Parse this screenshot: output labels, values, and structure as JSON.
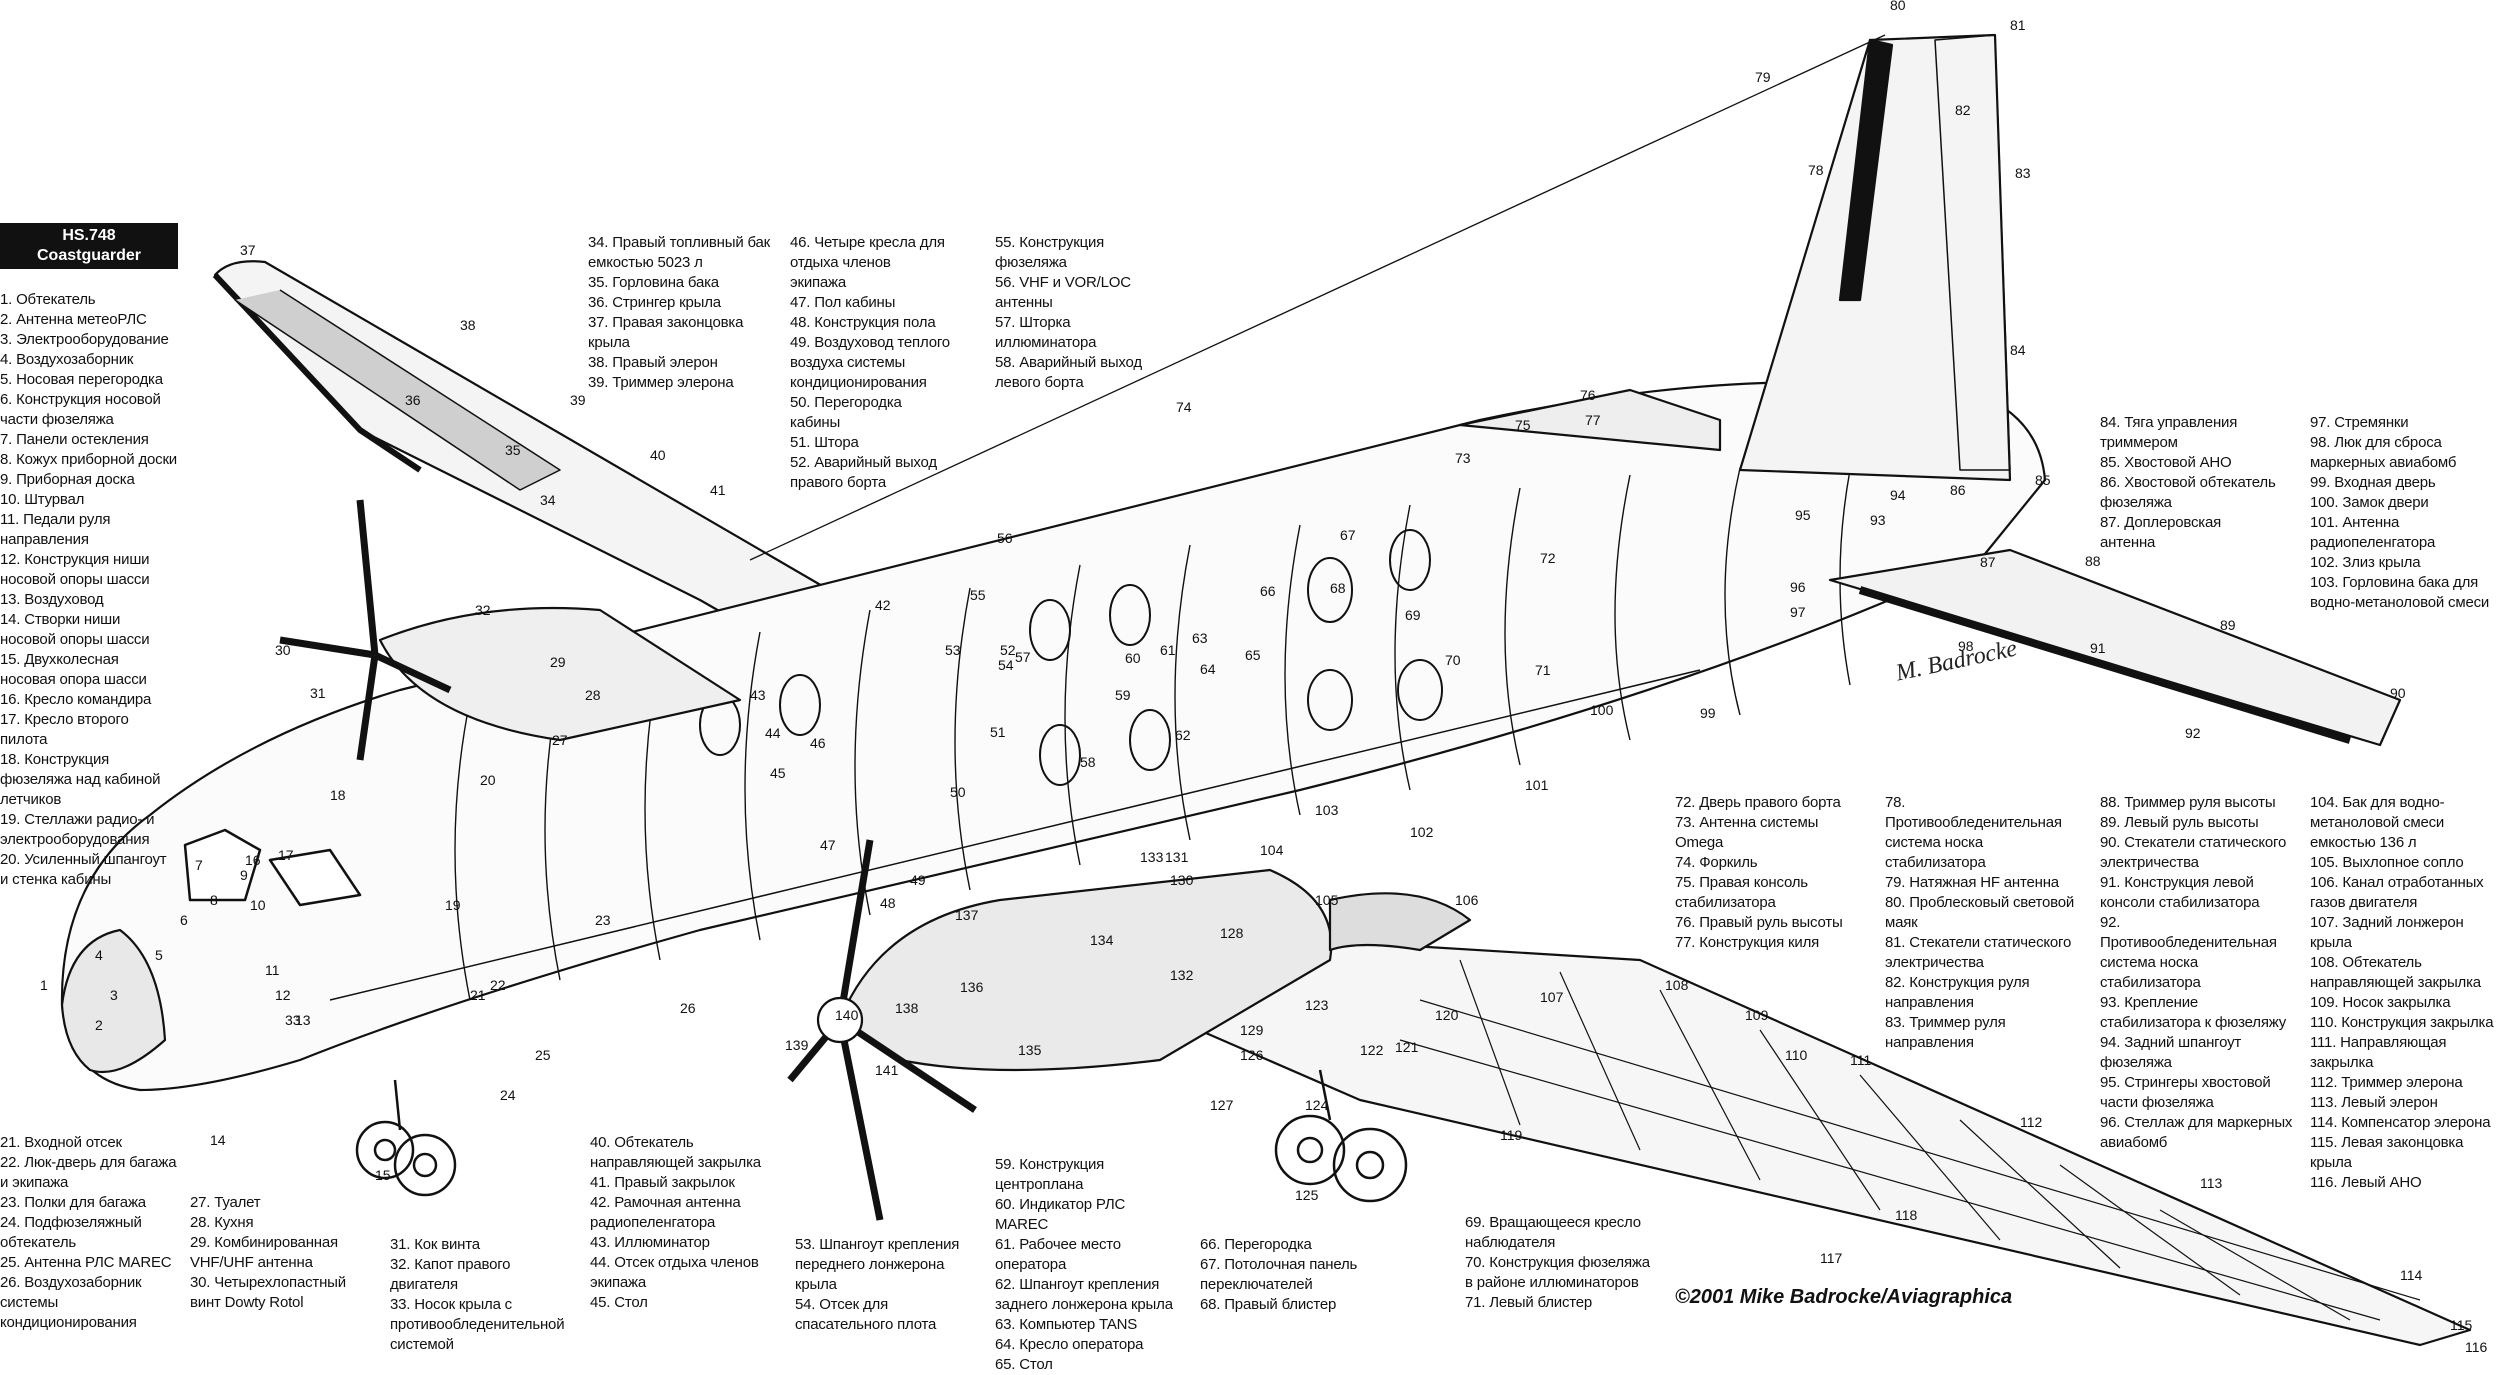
{
  "title": {
    "line1": "HS.748",
    "line2": "Coastguarder"
  },
  "credit": "©2001 Mike Badrocke/Aviagraphica",
  "signature": "M. Badrocke",
  "legends": {
    "col_a": [
      "1. Обтекатель",
      "2. Антенна метеоРЛС",
      "3. Электрооборудование",
      "4. Воздухозаборник",
      "5. Носовая перегородка",
      "6. Конструкция носовой части фюзеляжа",
      "7. Панели остекления",
      "8. Кожух приборной доски",
      "9. Приборная доска",
      "10. Штурвал",
      "11. Педали руля направления",
      "12. Конструкция ниши носовой опоры шасси",
      "13. Воздуховод",
      "14. Створки ниши носовой опоры шасси",
      "15. Двухколесная носовая опора шасси",
      "16. Кресло командира",
      "17. Кресло второго пилота",
      "18. Конструкция фюзеляжа над кабиной летчиков",
      "19. Стеллажи радио- и электрооборудования",
      "20. Усиленный шпангоут и стенка кабины"
    ],
    "col_b": [
      "21. Входной отсек",
      "22. Люк-дверь для багажа и экипажа",
      "23. Полки для багажа",
      "24. Подфюзеляжный обтекатель",
      "25. Антенна РЛС MAREC",
      "26. Воздухозаборник системы кондиционирования"
    ],
    "col_c": [
      "27. Туалет",
      "28. Кухня",
      "29. Комбинированная VHF/UHF антенна",
      "30. Четырехлопастный винт Dowty Rotol"
    ],
    "col_d": [
      "31. Кок винта",
      "32. Капот правого двигателя",
      "33. Носок крыла с противообледенительной системой"
    ],
    "col_e": [
      "34. Правый топливный бак емкостью 5023 л",
      "35. Горловина бака",
      "36. Стрингер крыла",
      "37. Правая законцовка крыла",
      "38. Правый элерон",
      "39. Триммер элерона"
    ],
    "col_f": [
      "40. Обтекатель направляющей закрылка",
      "41. Правый закрылок",
      "42. Рамочная антенна радиопеленгатора",
      "43. Иллюминатор",
      "44. Отсек отдыха членов экипажа",
      "45. Стол"
    ],
    "col_g": [
      "46. Четыре кресла для отдыха членов экипажа",
      "47. Пол кабины",
      "48. Конструкция пола",
      "49. Воздуховод теплого воздуха системы кондиционирования",
      "50. Перегородка кабины",
      "51. Штора",
      "52. Аварийный выход правого борта"
    ],
    "col_h": [
      "53. Шпангоут крепления переднего лонжерона крыла",
      "54. Отсек для спасательного плота"
    ],
    "col_i": [
      "55. Конструкция фюзеляжа",
      "56. VHF и VOR/LOC антенны",
      "57. Шторка иллюминатора",
      "58. Аварийный выход левого борта"
    ],
    "col_j": [
      "59. Конструкция центроплана",
      "60. Индикатор РЛС MAREC",
      "61. Рабочее место оператора",
      "62. Шпангоут крепления заднего лонжерона крыла",
      "63. Компьютер TANS",
      "64. Кресло оператора",
      "65. Стол"
    ],
    "col_k": [
      "66. Перегородка",
      "67. Потолочная панель переключателей",
      "68. Правый блистер"
    ],
    "col_l": [
      "69. Вращающееся кресло наблюдателя",
      "70. Конструкция фюзеляжа в районе иллюминаторов",
      "71. Левый блистер"
    ],
    "col_m": [
      "72. Дверь правого борта",
      "73. Антенна системы Omega",
      "74. Форкиль",
      "75. Правая консоль стабилизатора",
      "76. Правый руль высоты",
      "77. Конструкция киля"
    ],
    "col_n": [
      "78. Противообледенительная система носка стабилизатора",
      "79. Натяжная HF антенна",
      "80. Проблесковый световой маяк",
      "81. Стекатели статического электричества",
      "82. Конструкция руля направления",
      "83. Триммер руля направления"
    ],
    "col_o": [
      "84. Тяга управления триммером",
      "85. Хвостовой АНО",
      "86. Хвостовой обтекатель фюзеляжа",
      "87. Доплеровская антенна"
    ],
    "col_p": [
      "88. Триммер руля высоты",
      "89. Левый руль высоты",
      "90. Стекатели статического электричества",
      "91. Конструкция левой консоли стабилизатора",
      "92. Противообледенительная система носка стабилизатора",
      "93. Крепление стабилизатора к фюзеляжу",
      "94. Задний шпангоут фюзеляжа",
      "95. Стрингеры хвостовой части фюзеляжа",
      "96. Стеллаж для маркерных авиабомб"
    ],
    "col_q": [
      "97. Стремянки",
      "98. Люк для сброса маркерных авиабомб",
      "99. Входная дверь",
      "100. Замок двери",
      "101. Антенна радиопеленгатора",
      "102. Злиз крыла",
      "103. Горловина бака для водно-метаноловой смеси"
    ],
    "col_r": [
      "104. Бак для водно-метаноловой смеси емкостью 136 л",
      "105. Выхлопное сопло",
      "106. Канал отработанных газов двигателя",
      "107. Задний лонжерон крыла",
      "108. Обтекатель направляющей закрылка",
      "109. Носок закрылка",
      "110. Конструкция закрылка",
      "111. Направляющая закрылка",
      "112. Триммер элерона",
      "113. Левый элерон",
      "114. Компенсатор элерона",
      "115. Левая законцовка крыла",
      "116. Левый АНО"
    ]
  },
  "callouts": [
    "1",
    "2",
    "3",
    "4",
    "5",
    "6",
    "7",
    "8",
    "9",
    "10",
    "11",
    "12",
    "13",
    "14",
    "15",
    "16",
    "17",
    "18",
    "19",
    "20",
    "21",
    "22",
    "23",
    "24",
    "25",
    "26",
    "27",
    "28",
    "29",
    "30",
    "31",
    "32",
    "33",
    "34",
    "35",
    "36",
    "37",
    "38",
    "39",
    "40",
    "41",
    "42",
    "43",
    "44",
    "45",
    "46",
    "47",
    "48",
    "49",
    "50",
    "51",
    "52",
    "53",
    "54",
    "55",
    "56",
    "57",
    "58",
    "59",
    "60",
    "61",
    "62",
    "63",
    "64",
    "65",
    "66",
    "67",
    "68",
    "69",
    "70",
    "71",
    "72",
    "73",
    "74",
    "75",
    "76",
    "77",
    "78",
    "79",
    "80",
    "81",
    "82",
    "83",
    "84",
    "85",
    "86",
    "87",
    "88",
    "89",
    "90",
    "91",
    "92",
    "93",
    "94",
    "95",
    "96",
    "97",
    "98",
    "99",
    "100",
    "101",
    "102",
    "103",
    "104",
    "105",
    "106",
    "107",
    "108",
    "109",
    "110",
    "111",
    "112",
    "113",
    "114",
    "115",
    "116",
    "117",
    "118",
    "119",
    "120",
    "121",
    "122",
    "123",
    "124",
    "125",
    "126",
    "127",
    "128",
    "129",
    "130",
    "131",
    "132",
    "133",
    "134",
    "135",
    "136",
    "137",
    "138",
    "139",
    "140",
    "141"
  ]
}
